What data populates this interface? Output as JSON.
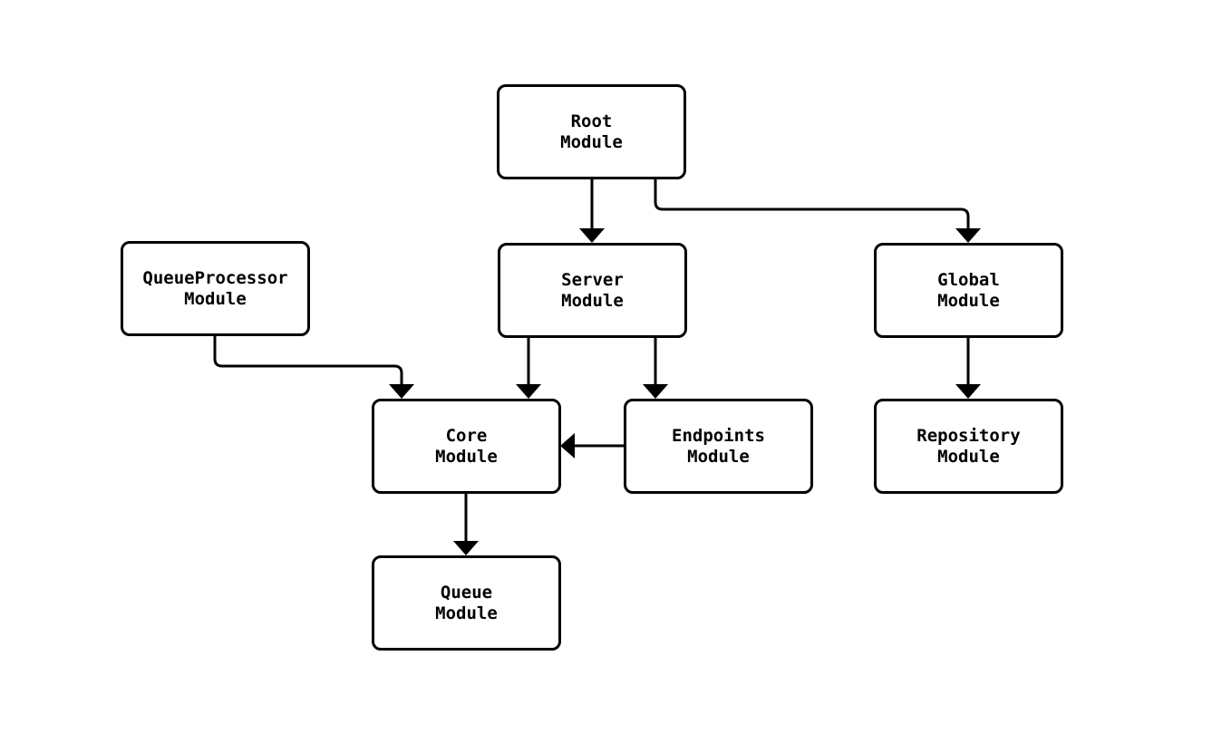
{
  "diagram": {
    "type": "flowchart",
    "background_color": "#ffffff",
    "node_fill_color": "#ffffff",
    "node_border_color": "#000000",
    "edge_color": "#000000",
    "text_color": "#000000",
    "nodes": [
      {
        "id": "root",
        "line1": "Root",
        "line2": "Module"
      },
      {
        "id": "queueprocessor",
        "line1": "QueueProcessor",
        "line2": "Module"
      },
      {
        "id": "server",
        "line1": "Server",
        "line2": "Module"
      },
      {
        "id": "global",
        "line1": "Global",
        "line2": "Module"
      },
      {
        "id": "core",
        "line1": "Core",
        "line2": "Module"
      },
      {
        "id": "endpoints",
        "line1": "Endpoints",
        "line2": "Module"
      },
      {
        "id": "repository",
        "line1": "Repository",
        "line2": "Module"
      },
      {
        "id": "queue",
        "line1": "Queue",
        "line2": "Module"
      }
    ],
    "edges": [
      {
        "from": "root",
        "to": "server"
      },
      {
        "from": "root",
        "to": "global"
      },
      {
        "from": "queueprocessor",
        "to": "core"
      },
      {
        "from": "server",
        "to": "core"
      },
      {
        "from": "server",
        "to": "endpoints"
      },
      {
        "from": "endpoints",
        "to": "core"
      },
      {
        "from": "global",
        "to": "repository"
      },
      {
        "from": "core",
        "to": "queue"
      }
    ]
  }
}
